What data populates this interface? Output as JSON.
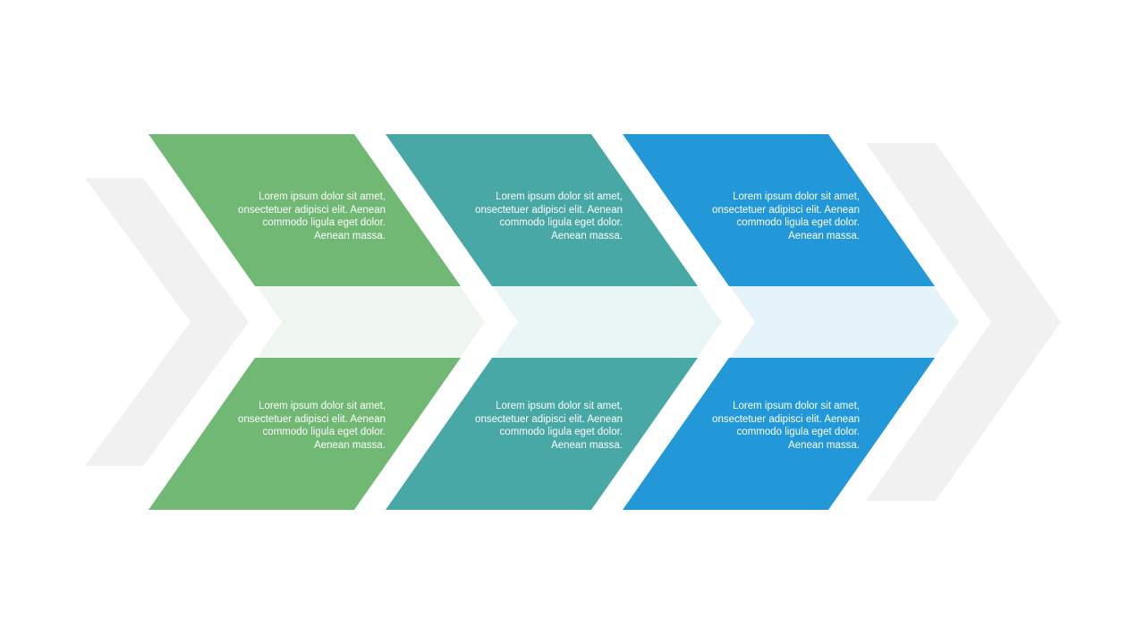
{
  "colors": {
    "stage1": "#70b874",
    "stage2": "#48a8a5",
    "stage3": "#2298d8",
    "band1": "#eef6ef",
    "band2": "#eaf5f5",
    "band3": "#e5f3fa",
    "ghost": "#f1f1f1",
    "text": "#ffffff"
  },
  "stages": [
    {
      "top_text": [
        "Lorem ipsum dolor sit amet,",
        "onsectetuer adipisci elit. Aenean",
        "commodo ligula eget dolor.",
        "Aenean massa."
      ],
      "bottom_text": [
        "Lorem ipsum dolor sit amet,",
        "onsectetuer adipisci elit. Aenean",
        "commodo ligula eget dolor.",
        "Aenean massa."
      ]
    },
    {
      "top_text": [
        "Lorem ipsum dolor sit amet,",
        "onsectetuer adipisci elit. Aenean",
        "commodo ligula eget dolor.",
        "Aenean massa."
      ],
      "bottom_text": [
        "Lorem ipsum dolor sit amet,",
        "onsectetuer adipisci elit. Aenean",
        "commodo ligula eget dolor.",
        "Aenean massa."
      ]
    },
    {
      "top_text": [
        "Lorem ipsum dolor sit amet,",
        "onsectetuer adipisci elit. Aenean",
        "commodo ligula eget dolor.",
        "Aenean massa."
      ],
      "bottom_text": [
        "Lorem ipsum dolor sit amet,",
        "onsectetuer adipisci elit. Aenean",
        "commodo ligula eget dolor.",
        "Aenean massa."
      ]
    }
  ]
}
